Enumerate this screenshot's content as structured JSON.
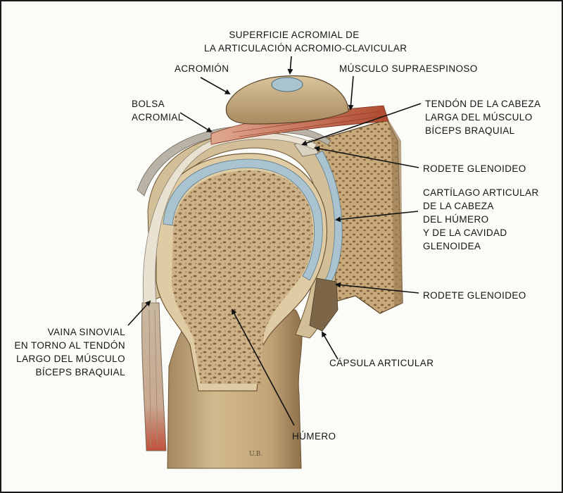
{
  "labels": {
    "superficie": [
      "SUPERFICIE ACROMIAL DE",
      "LA ARTICULACIÓN ACROMIO-CLAVICULAR"
    ],
    "acromion": [
      "ACROMIÓN"
    ],
    "supraespinoso": [
      "MÚSCULO SUPRAESPINOSO"
    ],
    "bolsa": [
      "BOLSA",
      "ACROMIAL"
    ],
    "tendon_biceps": [
      "TENDÓN DE LA CABEZA",
      "LARGA DEL MÚSCULO",
      "BÍCEPS BRAQUIAL"
    ],
    "rodete_sup": [
      "RODETE GLENOIDEO"
    ],
    "cartilago": [
      "CARTÍLAGO ARTICULAR",
      "DE LA CABEZA",
      "DEL HÚMERO",
      "Y DE LA CAVIDAD",
      "GLENOIDEA"
    ],
    "rodete_inf": [
      "RODETE GLENOIDEO"
    ],
    "vaina": [
      "VAINA SINOVIAL",
      "EN TORNO AL TENDÓN",
      "LARGO DEL MÚSCULO",
      "BÍCEPS BRAQUIAL"
    ],
    "capsula": [
      "CÁPSULA ARTICULAR"
    ],
    "humero": [
      "HÚMERO"
    ]
  },
  "signature": "U.B.",
  "colors": {
    "bone": "#c9ad7f",
    "bone_dark": "#8a6a40",
    "cortex": "#d6c29a",
    "cartilage": "#a9c4d0",
    "muscle": "#b85a3c",
    "outline": "#111111"
  }
}
